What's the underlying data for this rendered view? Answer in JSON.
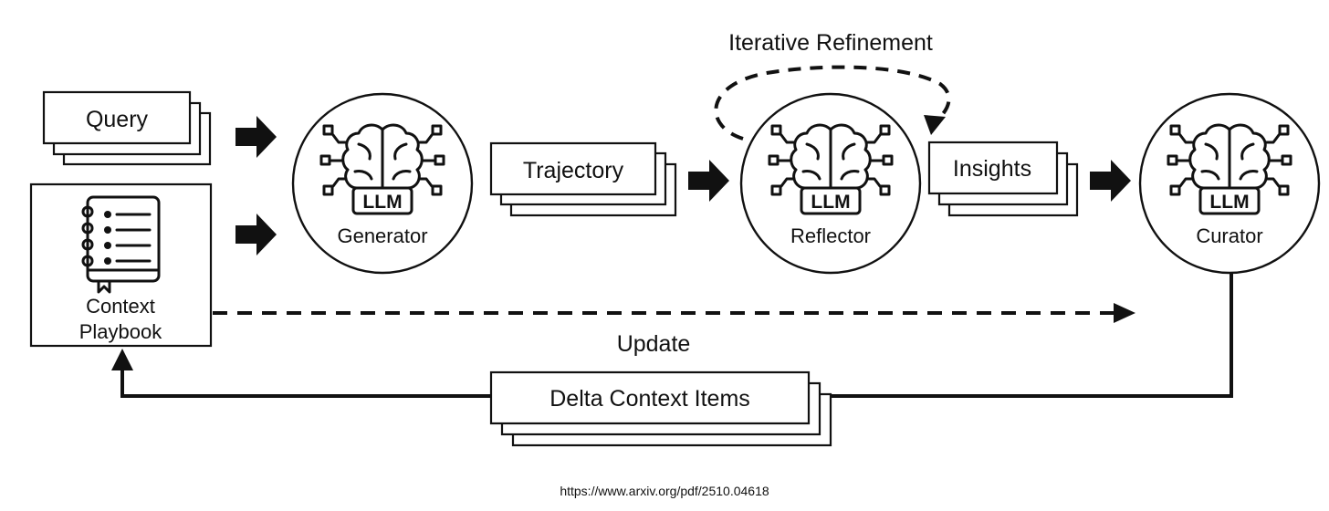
{
  "inputs": {
    "query": "Query",
    "trajectory": "Trajectory",
    "insights": "Insights",
    "delta": "Delta Context Items"
  },
  "nodes": {
    "generator": "Generator",
    "reflector": "Reflector",
    "curator": "Curator",
    "llm_badge": "LLM"
  },
  "playbook": {
    "line1": "Context",
    "line2": "Playbook"
  },
  "annotations": {
    "iterative": "Iterative Refinement",
    "update": "Update"
  },
  "footer": {
    "url": "https://www.arxiv.org/pdf/2510.04618"
  }
}
